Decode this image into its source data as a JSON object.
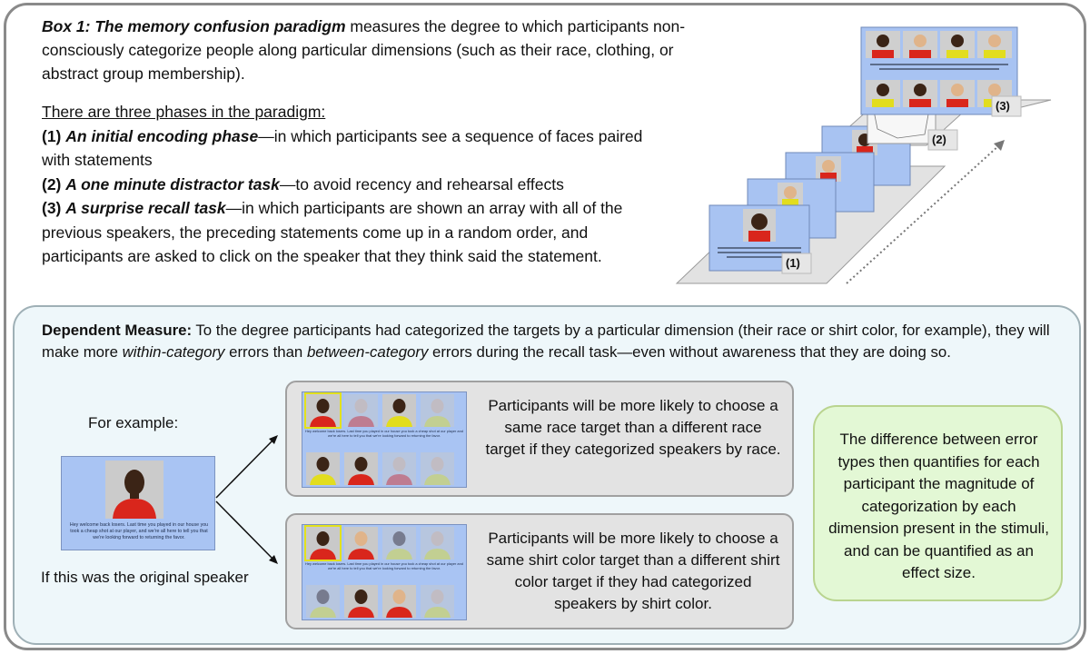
{
  "intro": {
    "title": "Box 1: The memory confusion paradigm",
    "text": " measures the degree to which participants non-consciously categorize people along particular dimensions (such as their race, clothing, or abstract group membership)."
  },
  "phases": {
    "heading": "There are three phases in the paradigm:",
    "items": [
      {
        "num": "(1) ",
        "title": "An initial encoding phase",
        "text": "—in which participants see a sequence of faces paired with statements"
      },
      {
        "num": "(2) ",
        "title": "A one minute distractor task",
        "text": "—to avoid recency and rehearsal effects"
      },
      {
        "num": "(3) ",
        "title": "A surprise recall task",
        "text": "—in which participants are shown an array with all of the previous speakers, the preceding statements come up in a random order, and participants are asked to click on the speaker that they think said the statement."
      }
    ]
  },
  "stack": {
    "labels": [
      "(1)",
      "(2)",
      "(3)"
    ]
  },
  "dependent": {
    "label": "Dependent Measure:",
    "text_1": "  To the degree participants had categorized the targets by a particular dimension (their race or shirt color, for example), they will make more ",
    "within": "within-category",
    "text_2": " errors than ",
    "between": "between-category",
    "text_3": " errors during the recall task—even without awareness that they are doing so."
  },
  "example": {
    "for_example": "For example:",
    "if_this": "If this was the original speaker",
    "speaker_caption": "Hey welcome back losers. Last time you played in our house you took a cheap shot at our player, and we're all here to tell you that we're looking forward to returning the favor.",
    "grid_caption": "Hey welcome back losers. Last time you played in our house you took a cheap shot at our player and we're all here to tell you that we're looking forward to returning the favor."
  },
  "race_box": {
    "text": "Participants will be more likely to choose a same race target than a different race target if they categorized speakers by race."
  },
  "shirt_box": {
    "text": "Participants will be more likely to choose a same shirt color target than a different shirt color target if they had categorized speakers by shirt color."
  },
  "summary_box": {
    "text": "The difference between error types then quantifies for each participant the magnitude of categorization by each dimension present in the stimuli, and can be quantified as an effect size."
  },
  "colors": {
    "card_blue": "#a9c4f3",
    "panel_bg": "#eef7fa",
    "green_bg": "#e3f8d5",
    "shirt_red": "#d9261c",
    "shirt_yellow": "#e2dd1e",
    "highlight": "#e3e11c"
  }
}
